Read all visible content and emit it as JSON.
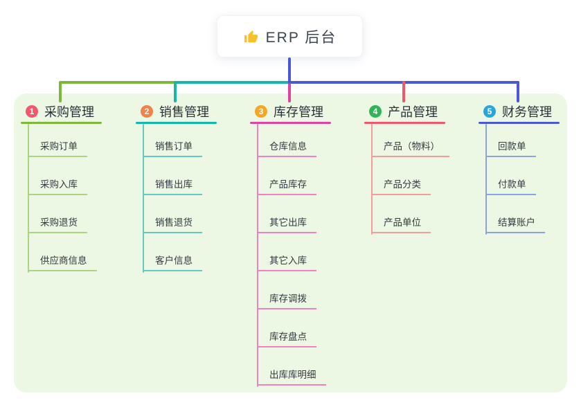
{
  "root": {
    "label": "ERP 后台",
    "icon": "thumbs-up-icon",
    "icon_color": "#f6c12d"
  },
  "connector_color": "#4a58d8",
  "colors": {
    "page_bg": "#ffffff",
    "container_bg": "#ecf7e4",
    "title_text": "#2b3038",
    "leaf_text": "#333a40"
  },
  "branches": [
    {
      "index": "1",
      "label": "采购管理",
      "badge_color": "#f4566c",
      "line_color": "#7db83d",
      "leaf_line_color": "#a9d480",
      "children": [
        "采购订单",
        "采购入库",
        "采购退货",
        "供应商信息"
      ]
    },
    {
      "index": "2",
      "label": "销售管理",
      "badge_color": "#f0824a",
      "line_color": "#14b8ab",
      "leaf_line_color": "#63c9c0",
      "children": [
        "销售订单",
        "销售出库",
        "销售退货",
        "客户信息"
      ]
    },
    {
      "index": "3",
      "label": "库存管理",
      "badge_color": "#f6a623",
      "line_color": "#e0429f",
      "leaf_line_color": "#ec82c4",
      "children": [
        "仓库信息",
        "产品库存",
        "其它出库",
        "其它入库",
        "库存调拨",
        "库存盘点",
        "出库库明细"
      ]
    },
    {
      "index": "4",
      "label": "产品管理",
      "badge_color": "#2fb456",
      "line_color": "#f2566a",
      "leaf_line_color": "#f79a9c",
      "children": [
        "产品（物料）",
        "产品分类",
        "产品单位"
      ]
    },
    {
      "index": "5",
      "label": "财务管理",
      "badge_color": "#2aa5dc",
      "line_color": "#4a58d8",
      "leaf_line_color": "#8aa3e8",
      "children": [
        "回款单",
        "付款单",
        "结算账户"
      ]
    }
  ]
}
